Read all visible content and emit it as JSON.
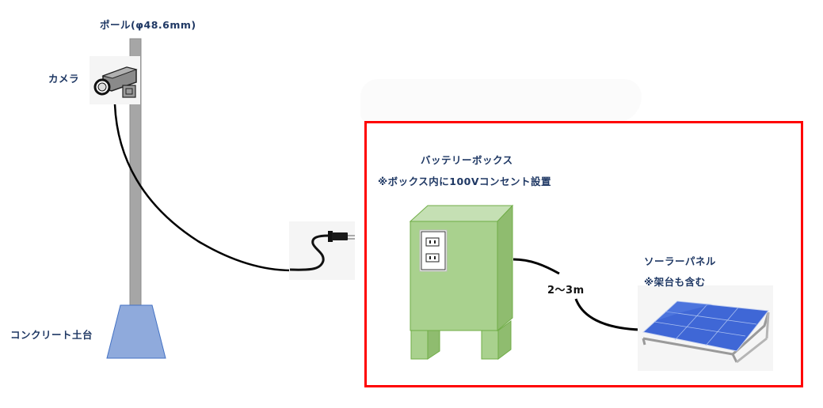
{
  "diagram": {
    "pole": {
      "label": "ポール(φ48.6mm)",
      "color": "#a6a6a6"
    },
    "camera": {
      "label": "カメラ",
      "icon": "security-camera-icon"
    },
    "base": {
      "label": "コンクリート土台",
      "color": "#8faadc"
    },
    "power_plug": {
      "icon": "power-plug-icon"
    },
    "highlight_box": {
      "color": "#ff0000"
    },
    "battery_box": {
      "title": "バッテリーボックス",
      "note": "※ボックス内に100Vコンセント設置",
      "color": "#a9d18e",
      "outlet_icon": "power-outlet-icon"
    },
    "cable_length": {
      "label": "2〜3m"
    },
    "solar_panel": {
      "title": "ソーラーパネル",
      "note": "※架台も含む",
      "icon": "solar-panel-icon"
    },
    "colors": {
      "label_text": "#1f3864",
      "cable": "#000000"
    }
  }
}
